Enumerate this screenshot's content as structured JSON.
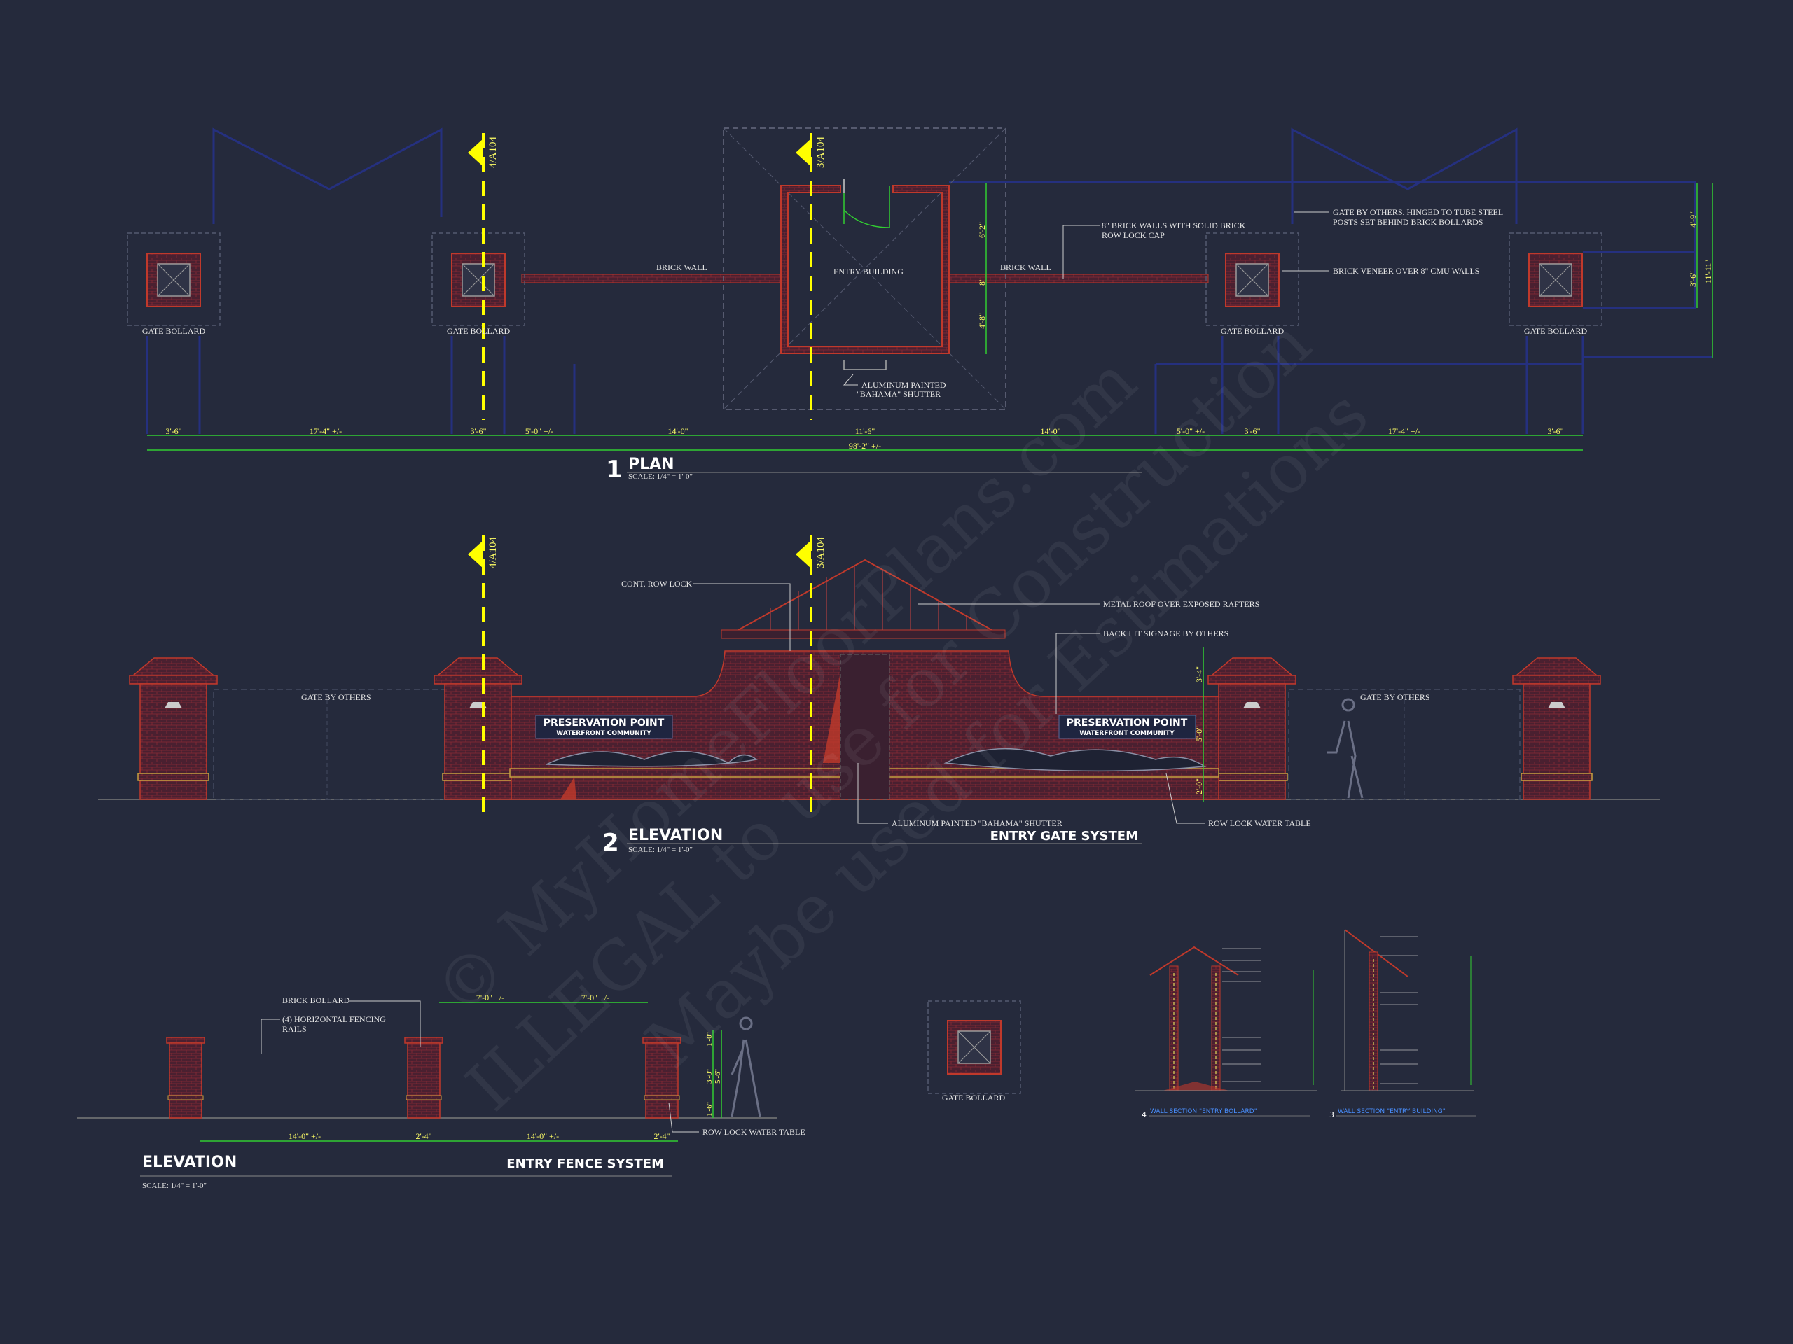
{
  "colors": {
    "background": "#252a3c",
    "brick": "#4a2030",
    "brick_line": "#c0392b",
    "outline_blue": "#25307f",
    "dimension_green": "#32cd32",
    "dimension_text": "#ffff66",
    "section_marker": "#ffff00",
    "text": "#e6e6e6"
  },
  "plan": {
    "number": "1",
    "title": "PLAN",
    "scale": "SCALE: 1/4\" = 1'-0\"",
    "section_tag_left": "4/A104",
    "section_tag_center": "3/A104",
    "labels": {
      "bollard": "GATE BOLLARD",
      "brick_wall": "BRICK WALL",
      "entry_building": "ENTRY BUILDING",
      "brick_walls_note_1": "8\" BRICK WALLS WITH SOLID BRICK",
      "brick_walls_note_2": "ROW LOCK CAP",
      "gate_note_1": "GATE BY OTHERS.  HINGED TO TUBE STEEL",
      "gate_note_2": "POSTS SET BEHIND BRICK BOLLARDS",
      "veneer_note": "BRICK VENEER OVER 8\" CMU WALLS",
      "shutter_1": "ALUMINUM PAINTED",
      "shutter_2": "\"BAHAMA\" SHUTTER"
    },
    "dims_bottom": [
      "3'-6\"",
      "17'-4\" +/-",
      "3'-6\"",
      "5'-0\" +/-",
      "14'-0\"",
      "11'-6\"",
      "14'-0\"",
      "5'-0\" +/-",
      "3'-6\"",
      "17'-4\" +/-",
      "3'-6\""
    ],
    "dim_total": "98'-2\" +/-",
    "dims_building": [
      "6'-2\"",
      "8\"",
      "4'-8\""
    ],
    "dims_right": [
      "4'-9\"",
      "3'-6\"",
      "11'-11\""
    ]
  },
  "elevation": {
    "number": "2",
    "title": "ELEVATION",
    "scale": "SCALE: 1/4\" = 1'-0\"",
    "subtitle": "ENTRY GATE SYSTEM",
    "section_tag_left": "4/A104",
    "section_tag_center": "3/A104",
    "labels": {
      "row_lock": "CONT. ROW LOCK",
      "metal_roof": "METAL ROOF OVER EXPOSED RAFTERS",
      "signage": "BACK LIT SIGNAGE BY OTHERS",
      "gate_left": "GATE BY OTHERS",
      "gate_right": "GATE BY OTHERS",
      "shutter": "ALUMINUM PAINTED \"BAHAMA\" SHUTTER",
      "water_table": "ROW LOCK WATER TABLE"
    },
    "sign_line_1": "PRESERVATION POINT",
    "sign_line_2": "WATERFRONT  COMMUNITY",
    "dims_right": [
      "3'-4\"",
      "5'-0\"",
      "2'-0\""
    ]
  },
  "fence": {
    "title": "ELEVATION",
    "subtitle": "ENTRY FENCE SYSTEM",
    "scale": "SCALE: 1/4\" = 1'-0\"",
    "labels": {
      "bollard": "BRICK BOLLARD",
      "rails_1": "(4) HORIZONTAL FENCING",
      "rails_2": "RAILS",
      "water_table": "ROW LOCK WATER TABLE"
    },
    "dims_top": [
      "7'-0\" +/-",
      "7'-0\" +/-"
    ],
    "dims_bottom": [
      "14'-0\" +/-",
      "2'-4\"",
      "14'-0\" +/-",
      "2'-4\""
    ],
    "dims_right": [
      "1'-0\"",
      "3'-0\"",
      "5'-6\"",
      "1'-6\""
    ]
  },
  "detail_bollard": {
    "label": "GATE BOLLARD"
  },
  "sections": [
    {
      "number": "4",
      "title": "WALL SECTION \"ENTRY BOLLARD\""
    },
    {
      "number": "3",
      "title": "WALL SECTION \"ENTRY BUILDING\""
    }
  ],
  "watermark": {
    "line_1": "© MyHomeFloorPlans.com",
    "line_2": "ILLEGAL to use for Construction",
    "line_3": "Maybe used for Estimations"
  }
}
